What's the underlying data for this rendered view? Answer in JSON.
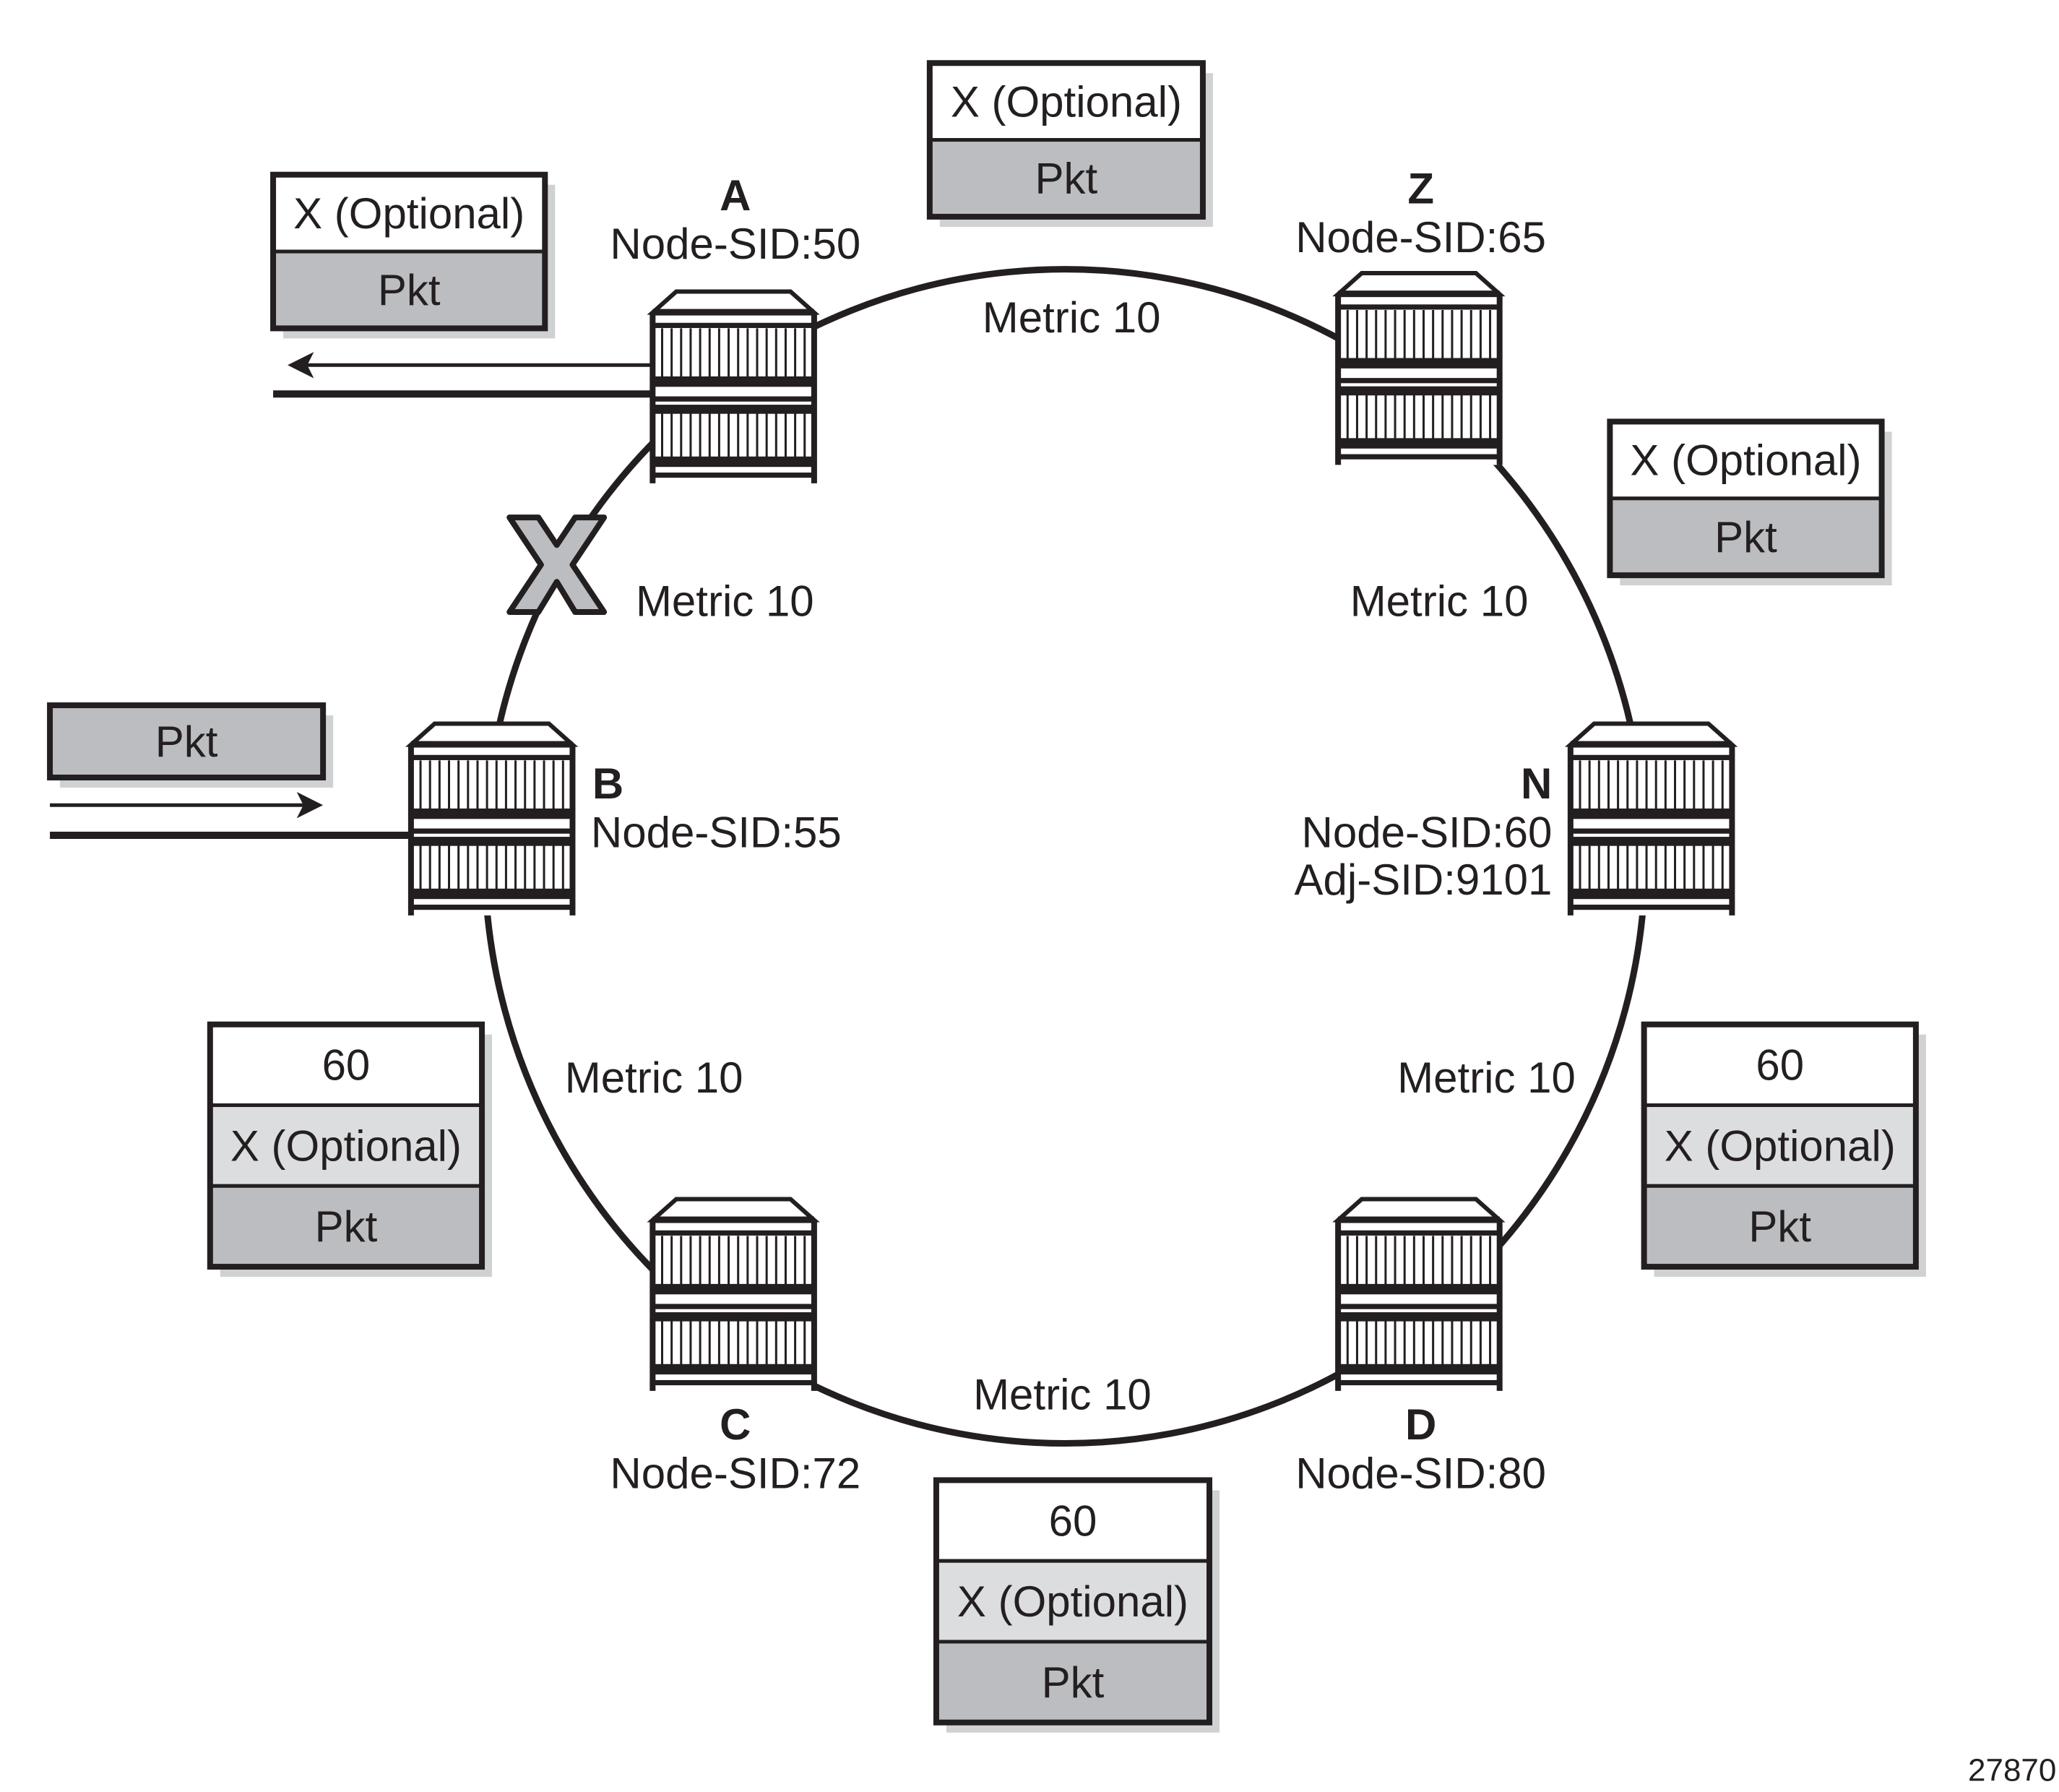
{
  "figure_number": "27870",
  "colors": {
    "ink": "#231f20",
    "label_white": "#ffffff",
    "label_light": "#dcdddf",
    "label_gray": "#bcbdc0",
    "shadow": "#d0d1d3",
    "failure_mark_fill": "#bcbdc0"
  },
  "nodes": [
    {
      "id": "A",
      "name": "A",
      "sids": [
        "Node-SID:50"
      ]
    },
    {
      "id": "Z",
      "name": "Z",
      "sids": [
        "Node-SID:65"
      ]
    },
    {
      "id": "B",
      "name": "B",
      "sids": [
        "Node-SID:55"
      ]
    },
    {
      "id": "N",
      "name": "N",
      "sids": [
        "Node-SID:60",
        "Adj-SID:9101"
      ]
    },
    {
      "id": "C",
      "name": "C",
      "sids": [
        "Node-SID:72"
      ]
    },
    {
      "id": "D",
      "name": "D",
      "sids": [
        "Node-SID:80"
      ]
    }
  ],
  "links": [
    {
      "from": "A",
      "to": "Z",
      "metric": "Metric 10"
    },
    {
      "from": "Z",
      "to": "N",
      "metric": "Metric 10"
    },
    {
      "from": "N",
      "to": "D",
      "metric": "Metric 10"
    },
    {
      "from": "D",
      "to": "C",
      "metric": "Metric 10"
    },
    {
      "from": "C",
      "to": "B",
      "metric": "Metric 10"
    },
    {
      "from": "B",
      "to": "A",
      "metric": "Metric 10",
      "failed": true
    }
  ],
  "failure_mark": "X",
  "label_stacks": [
    {
      "id": "ingress-B",
      "rows": [
        "Pkt"
      ]
    },
    {
      "id": "link-B-C",
      "rows": [
        "60",
        "X (Optional)",
        "Pkt"
      ]
    },
    {
      "id": "link-C-D",
      "rows": [
        "60",
        "X (Optional)",
        "Pkt"
      ]
    },
    {
      "id": "link-D-N",
      "rows": [
        "60",
        "X (Optional)",
        "Pkt"
      ]
    },
    {
      "id": "link-N-Z",
      "rows": [
        "X (Optional)",
        "Pkt"
      ]
    },
    {
      "id": "link-Z-A",
      "rows": [
        "X (Optional)",
        "Pkt"
      ]
    },
    {
      "id": "egress-A",
      "rows": [
        "X (Optional)",
        "Pkt"
      ]
    }
  ],
  "traffic": [
    {
      "id": "ingress-arrow",
      "node": "B",
      "direction": "in"
    },
    {
      "id": "egress-arrow",
      "node": "A",
      "direction": "out"
    }
  ]
}
